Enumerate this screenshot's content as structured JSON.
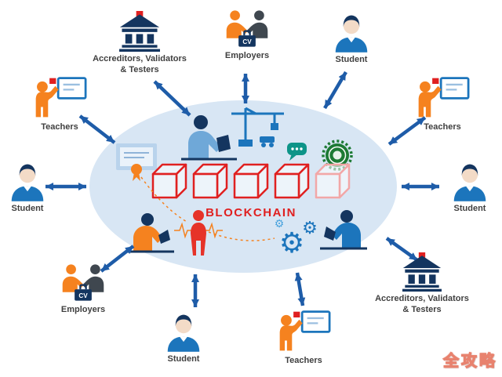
{
  "diagram": {
    "center_label": "BLOCKCHAIN"
  },
  "icons": {
    "cv_label": "CV",
    "gear_glyph": "⚙"
  },
  "nodes": [
    {
      "id": "accreditors-top-left",
      "icon": "bank",
      "label_line1": "Accreditors, Validators",
      "label_line2": "& Testers"
    },
    {
      "id": "employers-top",
      "icon": "employers",
      "label_line1": "Employers"
    },
    {
      "id": "student-top-right",
      "icon": "student",
      "label_line1": "Student"
    },
    {
      "id": "teachers-upper-left",
      "icon": "teacher",
      "label_line1": "Teachers"
    },
    {
      "id": "teachers-upper-right",
      "icon": "teacher",
      "label_line1": "Teachers"
    },
    {
      "id": "student-left",
      "icon": "student",
      "label_line1": "Student"
    },
    {
      "id": "student-right",
      "icon": "student",
      "label_line1": "Student"
    },
    {
      "id": "employers-bottom-left",
      "icon": "employers",
      "label_line1": "Employers"
    },
    {
      "id": "student-bottom",
      "icon": "student",
      "label_line1": "Student"
    },
    {
      "id": "teachers-bottom",
      "icon": "teacher",
      "label_line1": "Teachers"
    },
    {
      "id": "accreditors-bottom-right",
      "icon": "bank",
      "label_line1": "Accreditors, Validators",
      "label_line2": "& Testers"
    }
  ],
  "watermark": {
    "text": "全攻略"
  },
  "colors": {
    "arrow_blue": "#1e5ca8",
    "blockchain_red": "#e02020",
    "ellipse_fill": "#d8e6f4",
    "orange": "#f5821f",
    "navy": "#14355f",
    "blue": "#1c75bc",
    "teal": "#0d9488",
    "green": "#1d7a34"
  }
}
